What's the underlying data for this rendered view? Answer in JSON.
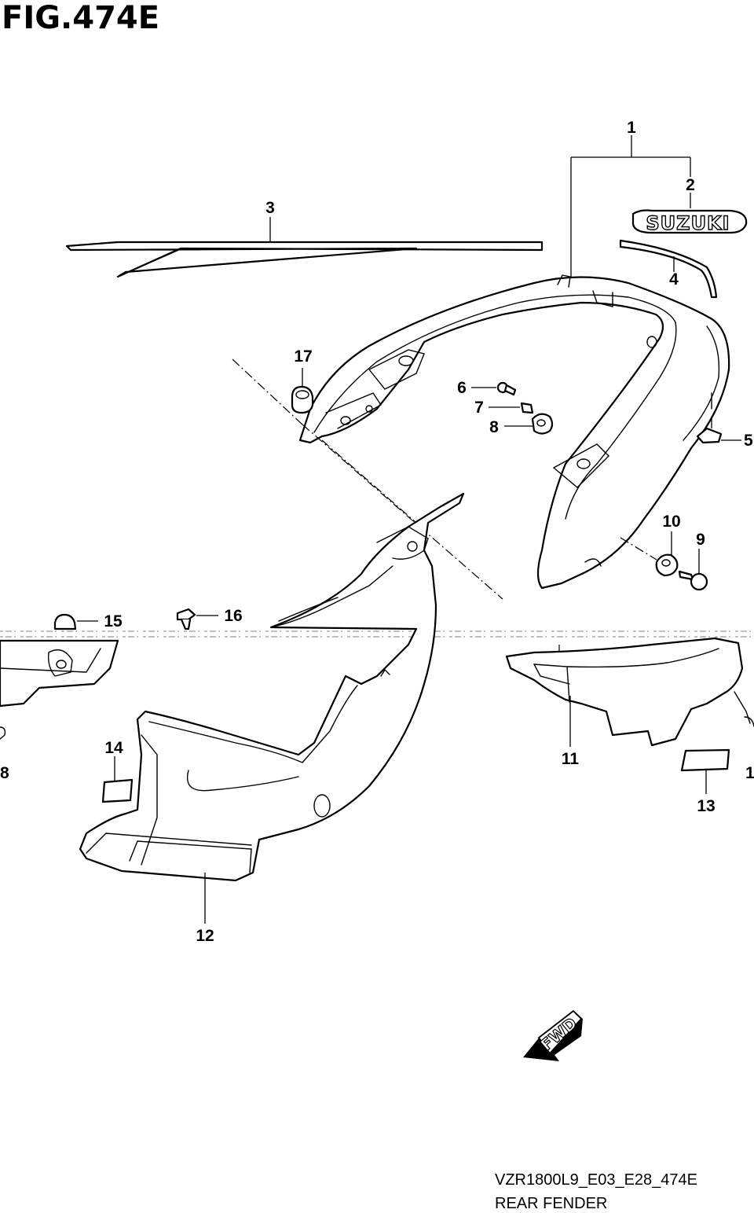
{
  "figure": {
    "title": "FIG.474E"
  },
  "callouts": [
    "1",
    "2",
    "3",
    "4",
    "5",
    "6",
    "7",
    "8",
    "8",
    "9",
    "10",
    "11",
    "12",
    "13",
    "14",
    "15",
    "16",
    "17",
    "1"
  ],
  "badge": {
    "suzuki_text": "SUZUKI",
    "fwd_text": "FWD"
  },
  "footer": {
    "code": "VZR1800L9_E03_E28_474E",
    "name": "REAR FENDER"
  }
}
